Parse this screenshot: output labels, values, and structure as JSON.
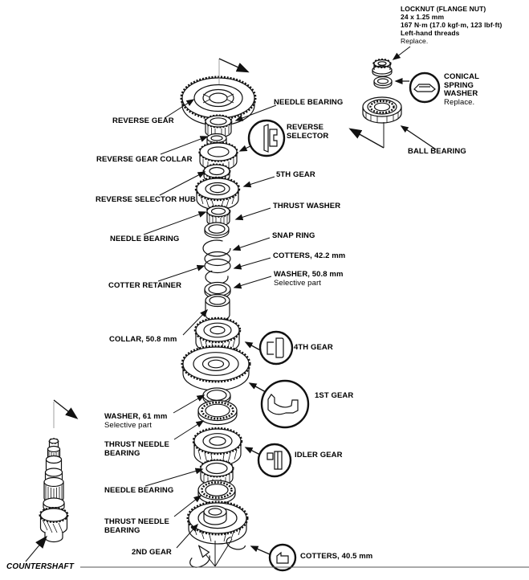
{
  "figure": {
    "type": "exploded-parts-diagram",
    "subject": "Countershaft gear assembly",
    "colors": {
      "ink": "#111111",
      "background": "#ffffff",
      "rule": "#555555"
    }
  },
  "locknut": {
    "name": "LOCKNUT (FLANGE NUT)",
    "size": "24 x 1.25 mm",
    "torque": "167 N·m (17.0 kgf·m, 123 lbf·ft)",
    "threads": "Left-hand threads",
    "note": "Replace."
  },
  "labels": {
    "reverse_gear": "REVERSE GEAR",
    "needle_bearing": "NEEDLE BEARING",
    "reverse_selector": "REVERSE SELECTOR",
    "reverse_gear_collar": "REVERSE GEAR COLLAR",
    "fifth_gear": "5TH GEAR",
    "reverse_selector_hub": "REVERSE SELECTOR HUB",
    "thrust_washer": "THRUST WASHER",
    "snap_ring": "SNAP RING",
    "cotters_42": "COTTERS, 42.2 mm",
    "washer_50_8": "WASHER, 50.8 mm",
    "selective_part": "Selective part",
    "cotter_retainer": "COTTER RETAINER",
    "collar_50_8": "COLLAR, 50.8 mm",
    "fourth_gear": "4TH GEAR",
    "first_gear": "1ST GEAR",
    "washer_61": "WASHER, 61 mm",
    "thrust_needle_bearing": "THRUST NEEDLE BEARING",
    "idler_gear": "IDLER GEAR",
    "second_gear": "2ND GEAR",
    "cotters_40_5": "COTTERS, 40.5 mm",
    "countershaft": "COUNTERSHAFT",
    "ball_bearing": "BALL BEARING",
    "conical_spring_washer": "CONICAL SPRING WASHER",
    "replace_note": "Replace."
  },
  "icons": {
    "reverse_selector_section": "reverse-selector-cross-section-icon",
    "conical_spring_washer_section": "conical-spring-washer-cross-section-icon",
    "fourth_gear_section": "fourth-gear-cross-section-icon",
    "first_gear_section": "first-gear-cross-section-icon",
    "idler_gear_section": "idler-gear-cross-section-icon",
    "cotters_section": "cotters-cross-section-icon"
  }
}
